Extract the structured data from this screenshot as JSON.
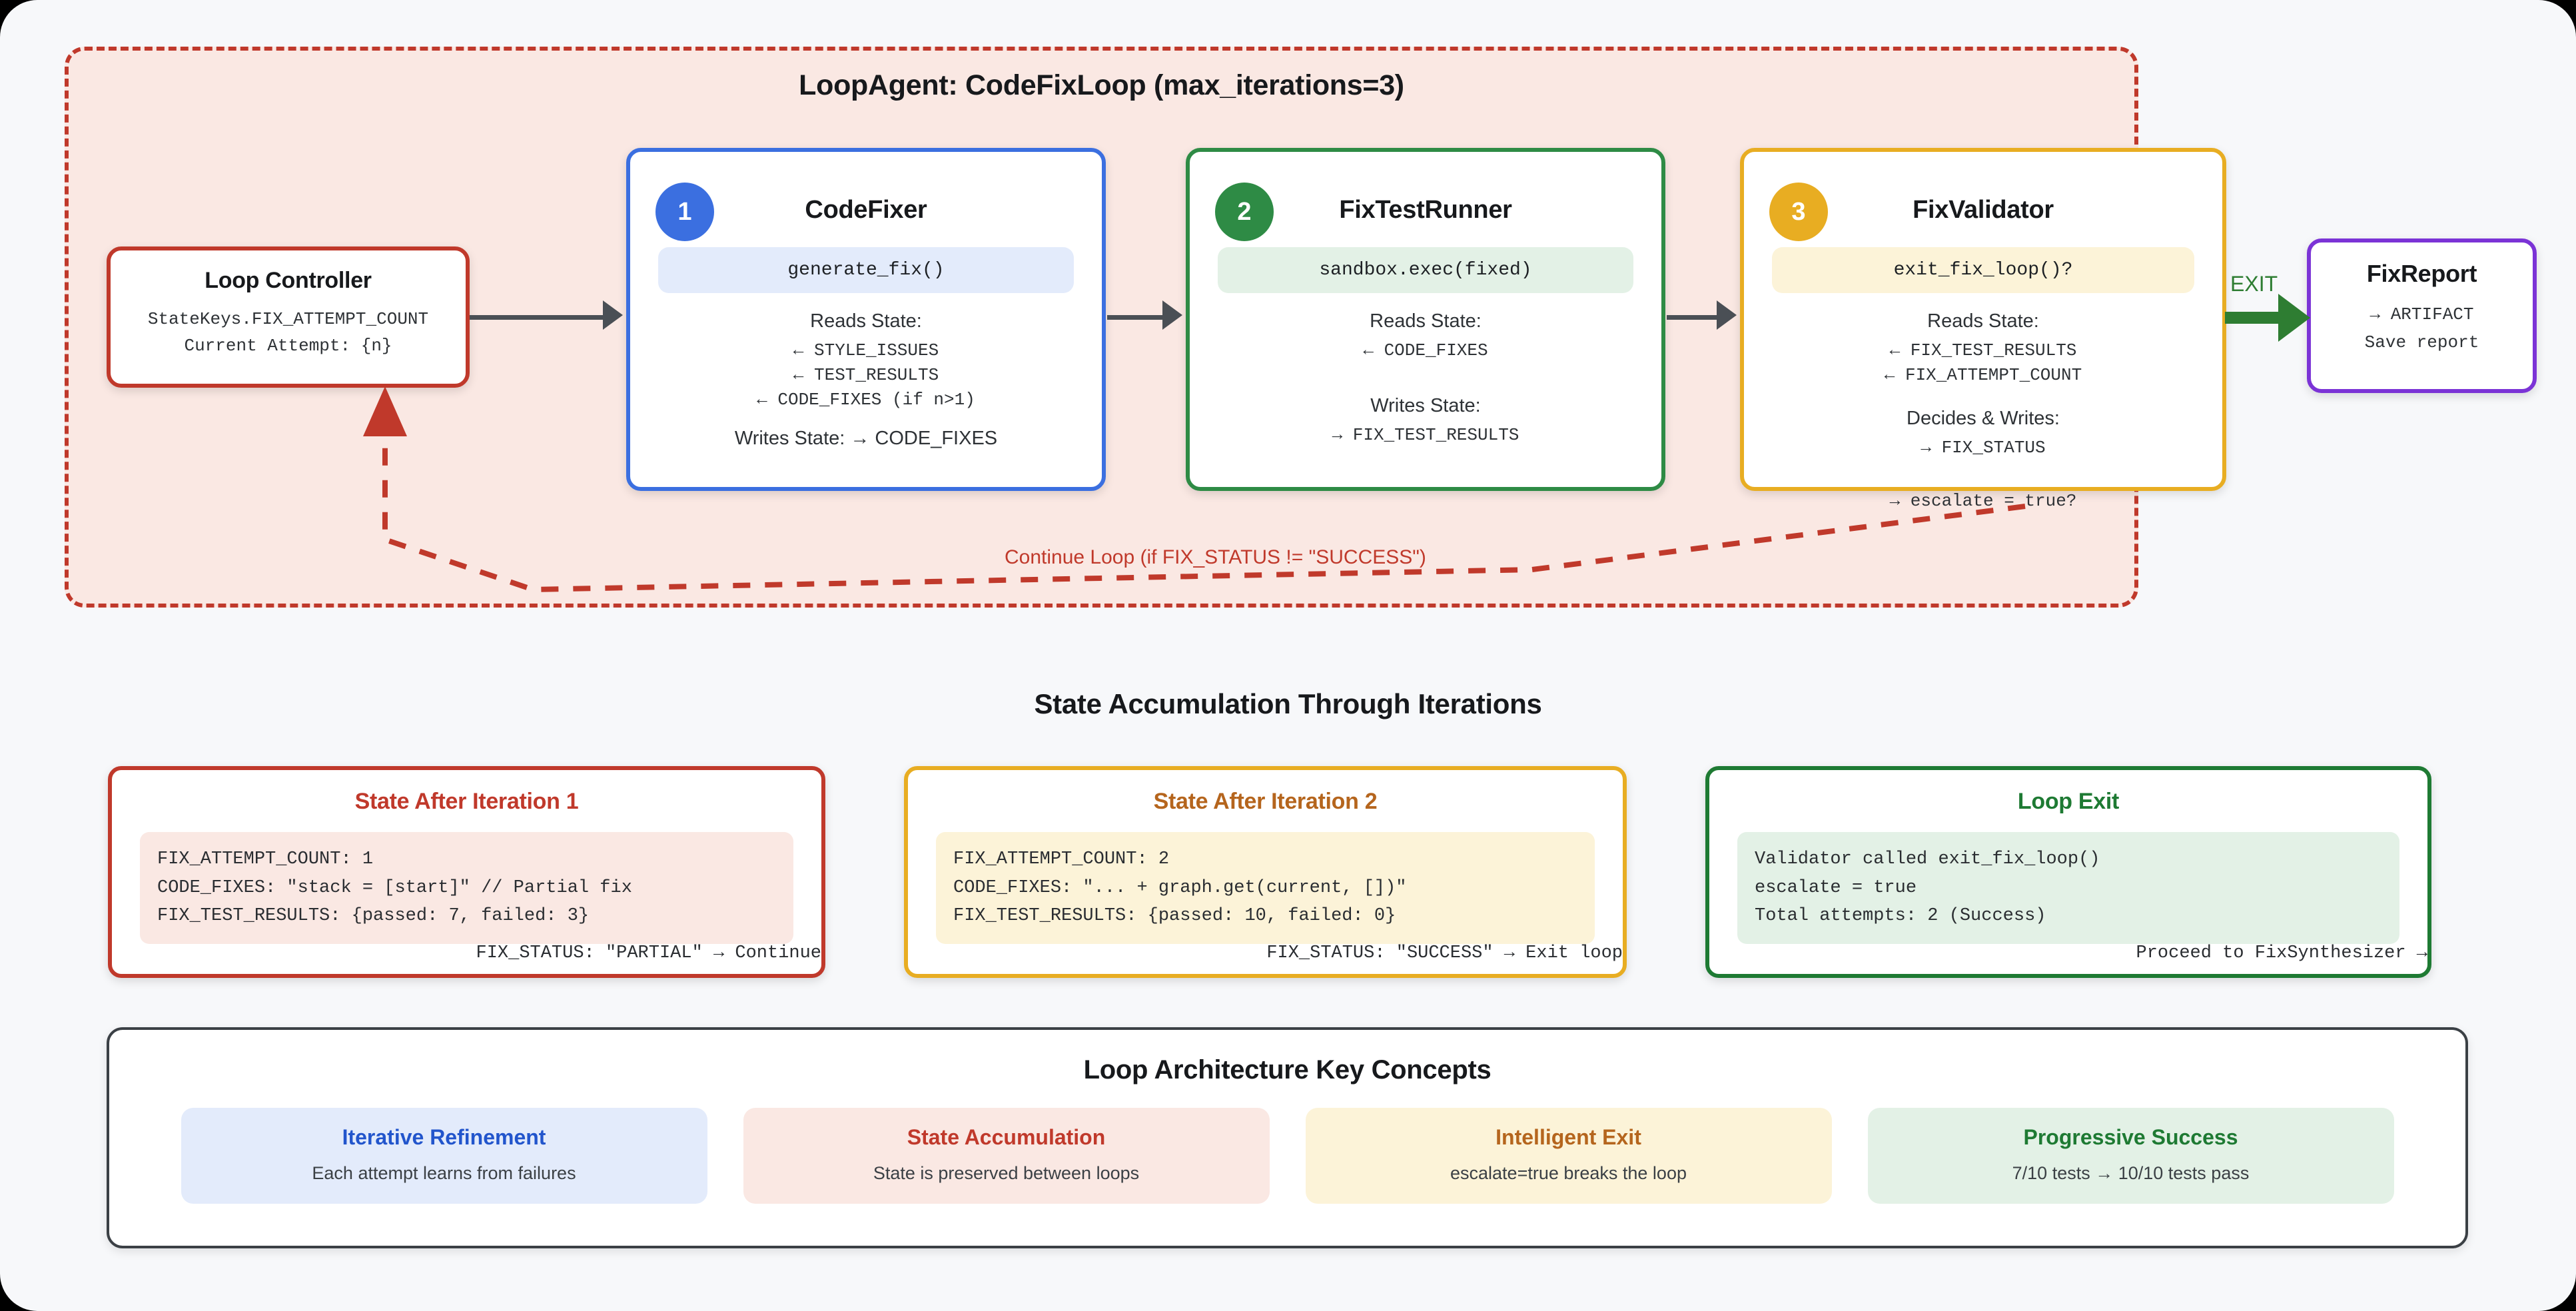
{
  "loop": {
    "title": "LoopAgent: CodeFixLoop (max_iterations=3)",
    "continue_label": "Continue Loop (if FIX_STATUS != \"SUCCESS\")",
    "exit_label": "EXIT"
  },
  "controller": {
    "title": "Loop Controller",
    "line1": "StateKeys.FIX_ATTEMPT_COUNT",
    "line2": "Current Attempt: {n}"
  },
  "agents": [
    {
      "step": "1",
      "title": "CodeFixer",
      "code": "generate_fix()",
      "reads_head": "Reads State:",
      "reads": [
        "← STYLE_ISSUES",
        "← TEST_RESULTS",
        "← CODE_FIXES (if n>1)"
      ],
      "writes_inline": "Writes State: → CODE_FIXES",
      "color": "#3b6fe0"
    },
    {
      "step": "2",
      "title": "FixTestRunner",
      "code": "sandbox.exec(fixed)",
      "reads_head": "Reads State:",
      "reads": [
        "← CODE_FIXES"
      ],
      "writes_head": "Writes State:",
      "writes": [
        "→ FIX_TEST_RESULTS"
      ],
      "color": "#2e8b45"
    },
    {
      "step": "3",
      "title": "FixValidator",
      "code": "exit_fix_loop()?",
      "reads_head": "Reads State:",
      "reads": [
        "← FIX_TEST_RESULTS",
        "← FIX_ATTEMPT_COUNT"
      ],
      "writes_head": "Decides & Writes:",
      "writes": [
        "→ FIX_STATUS"
      ],
      "overflow": "→ escalate = true?",
      "color": "#e8ad22"
    }
  ],
  "report": {
    "title": "FixReport",
    "line1": "→ ARTIFACT",
    "line2": "Save report"
  },
  "state_section": {
    "heading": "State Accumulation Through Iterations",
    "cards": [
      {
        "title": "State After Iteration 1",
        "lines": [
          "FIX_ATTEMPT_COUNT: 1",
          "CODE_FIXES: \"stack = [start]\" // Partial fix",
          "FIX_TEST_RESULTS: {passed: 7, failed: 3}"
        ],
        "footer": "FIX_STATUS: \"PARTIAL\" → Continue"
      },
      {
        "title": "State After Iteration 2",
        "lines": [
          "FIX_ATTEMPT_COUNT: 2",
          "CODE_FIXES: \"... + graph.get(current, [])\"",
          "FIX_TEST_RESULTS: {passed: 10, failed: 0}"
        ],
        "footer": "FIX_STATUS: \"SUCCESS\" → Exit loop"
      },
      {
        "title": "Loop Exit",
        "lines": [
          "Validator called exit_fix_loop()",
          "escalate = true",
          "Total attempts: 2 (Success)"
        ],
        "footer": "Proceed to FixSynthesizer →"
      }
    ]
  },
  "concepts": {
    "title": "Loop Architecture Key Concepts",
    "tiles": [
      {
        "name": "Iterative Refinement",
        "desc": "Each attempt learns from failures"
      },
      {
        "name": "State Accumulation",
        "desc": "State is preserved between loops"
      },
      {
        "name": "Intelligent Exit",
        "desc": "escalate=true breaks the loop"
      },
      {
        "name": "Progressive Success",
        "desc": "7/10 tests → 10/10 tests pass"
      }
    ]
  },
  "colors": {
    "frame_bg": "#fae8e3",
    "frame_border": "#c0392b",
    "blue": "#3b6fe0",
    "green": "#2e8b45",
    "yellow": "#e8ad22",
    "purple": "#7b33d6",
    "exit_green": "#2e7d32",
    "canvas": "#f7f8fa"
  }
}
